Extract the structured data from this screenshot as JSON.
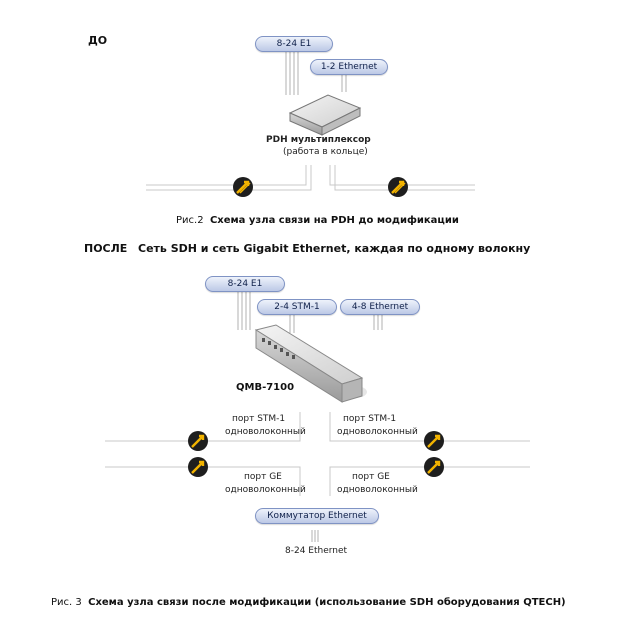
{
  "before": {
    "heading": "ДО",
    "tag_e1": "8-24 E1",
    "tag_eth": "1-2 Ethernet",
    "device_name": "PDH мультиплексор",
    "device_note": "(работа в кольце)",
    "caption_prefix": "Рис.2",
    "caption_text": "Схема узла связи на PDH до модификации"
  },
  "after": {
    "heading": "ПОСЛЕ",
    "subheading": "Сеть SDH и сеть Gigabit Ethernet, каждая по одному волокну",
    "tag_e1": "8-24 E1",
    "tag_stm": "2-4 STM-1",
    "tag_eth": "4-8 Ethernet",
    "device_name": "QMB-7100",
    "port_stm_left": "порт STM-1",
    "port_stm_left2": "одноволоконный",
    "port_stm_right": "порт STM-1",
    "port_stm_right2": "одноволоконный",
    "port_ge_left": "порт GE",
    "port_ge_left2": "одноволоконный",
    "port_ge_right": "порт GE",
    "port_ge_right2": "одноволоконный",
    "switch_label": "Коммутатор Ethernet",
    "switch_ports": "8-24 Ethernet",
    "caption_prefix": "Рис. 3",
    "caption_text": "Схема узла связи  после модификации (использование SDH оборудования QTECH)"
  }
}
